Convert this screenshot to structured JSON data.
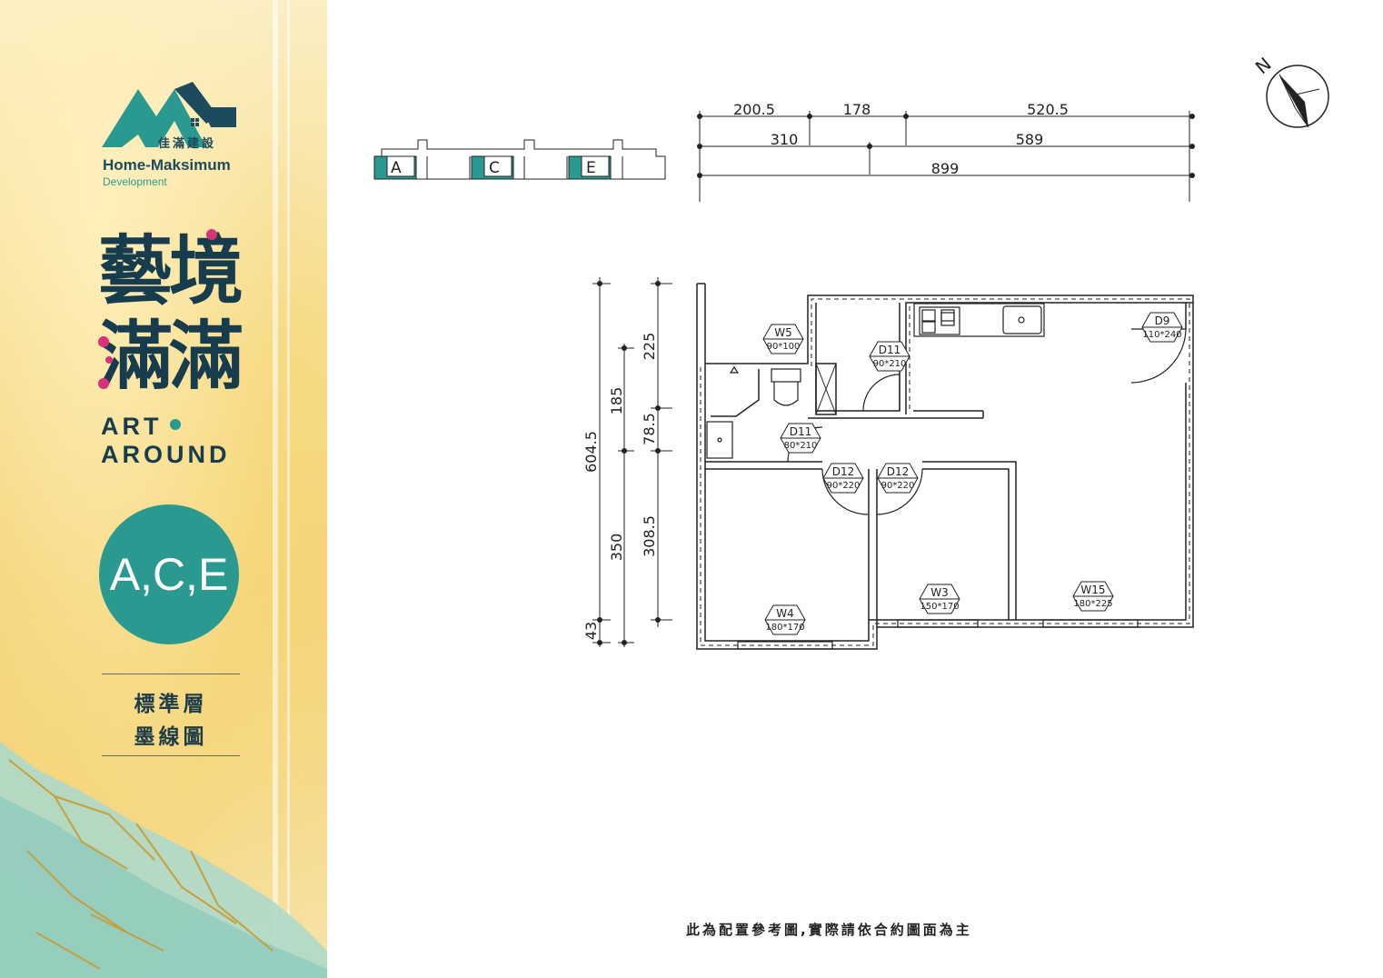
{
  "brand": {
    "name_cn": "佳滿建設",
    "name_en": "Home-Maksimum",
    "tagline": "Development",
    "colors": {
      "teal": "#2a9a90",
      "navy": "#163c4d",
      "accent_pink": "#d6337a"
    }
  },
  "project": {
    "title_line1": "藝境",
    "title_line2": "滿滿",
    "subtitle_line1": "ART",
    "subtitle_line2": "AROUND"
  },
  "unit_badge": "A,C,E",
  "plan_label": {
    "line1": "標準層",
    "line2": "墨線圖"
  },
  "key_plan": {
    "units": [
      "A",
      "C",
      "E"
    ]
  },
  "compass": {
    "label": "N"
  },
  "dimensions": {
    "top_row1": [
      "200.5",
      "178",
      "520.5"
    ],
    "top_row2": [
      "310",
      "589"
    ],
    "top_row3": [
      "899"
    ],
    "left_outer": [
      "604.5",
      "43"
    ],
    "left_middle": [
      "185",
      "350"
    ],
    "left_inner": [
      "225",
      "78.5",
      "308.5"
    ]
  },
  "openings": [
    {
      "code": "W5",
      "size": "90*100"
    },
    {
      "code": "D11",
      "size": "90*210"
    },
    {
      "code": "D9",
      "size": "110*240"
    },
    {
      "code": "D11",
      "size": "80*210"
    },
    {
      "code": "D12",
      "size": "90*220"
    },
    {
      "code": "D12",
      "size": "90*220"
    },
    {
      "code": "W4",
      "size": "180*170"
    },
    {
      "code": "W3",
      "size": "150*170"
    },
    {
      "code": "W15",
      "size": "180*225"
    }
  ],
  "footnote": "此為配置參考圖,實際請依合約圖面為主"
}
